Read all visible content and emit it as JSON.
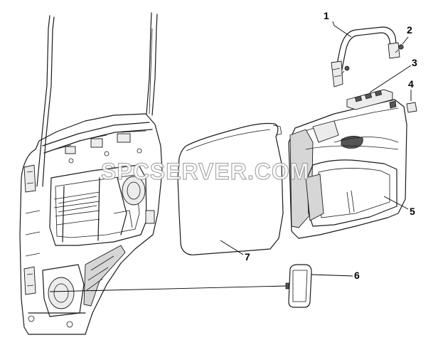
{
  "watermark": "SPCSERVER.COM",
  "callouts": [
    {
      "id": "1",
      "label": "1"
    },
    {
      "id": "2",
      "label": "2"
    },
    {
      "id": "3",
      "label": "3"
    },
    {
      "id": "4",
      "label": "4"
    },
    {
      "id": "5",
      "label": "5"
    },
    {
      "id": "6",
      "label": "6"
    },
    {
      "id": "7",
      "label": "7"
    }
  ],
  "parts": [
    {
      "callout": "1",
      "name": "grab-handle"
    },
    {
      "callout": "2",
      "name": "handle-screw"
    },
    {
      "callout": "3",
      "name": "window-switch-panel"
    },
    {
      "callout": "4",
      "name": "trim-clip"
    },
    {
      "callout": "5",
      "name": "door-trim-panel"
    },
    {
      "callout": "6",
      "name": "storage-pocket"
    },
    {
      "callout": "7",
      "name": "watershield-sheet"
    }
  ]
}
